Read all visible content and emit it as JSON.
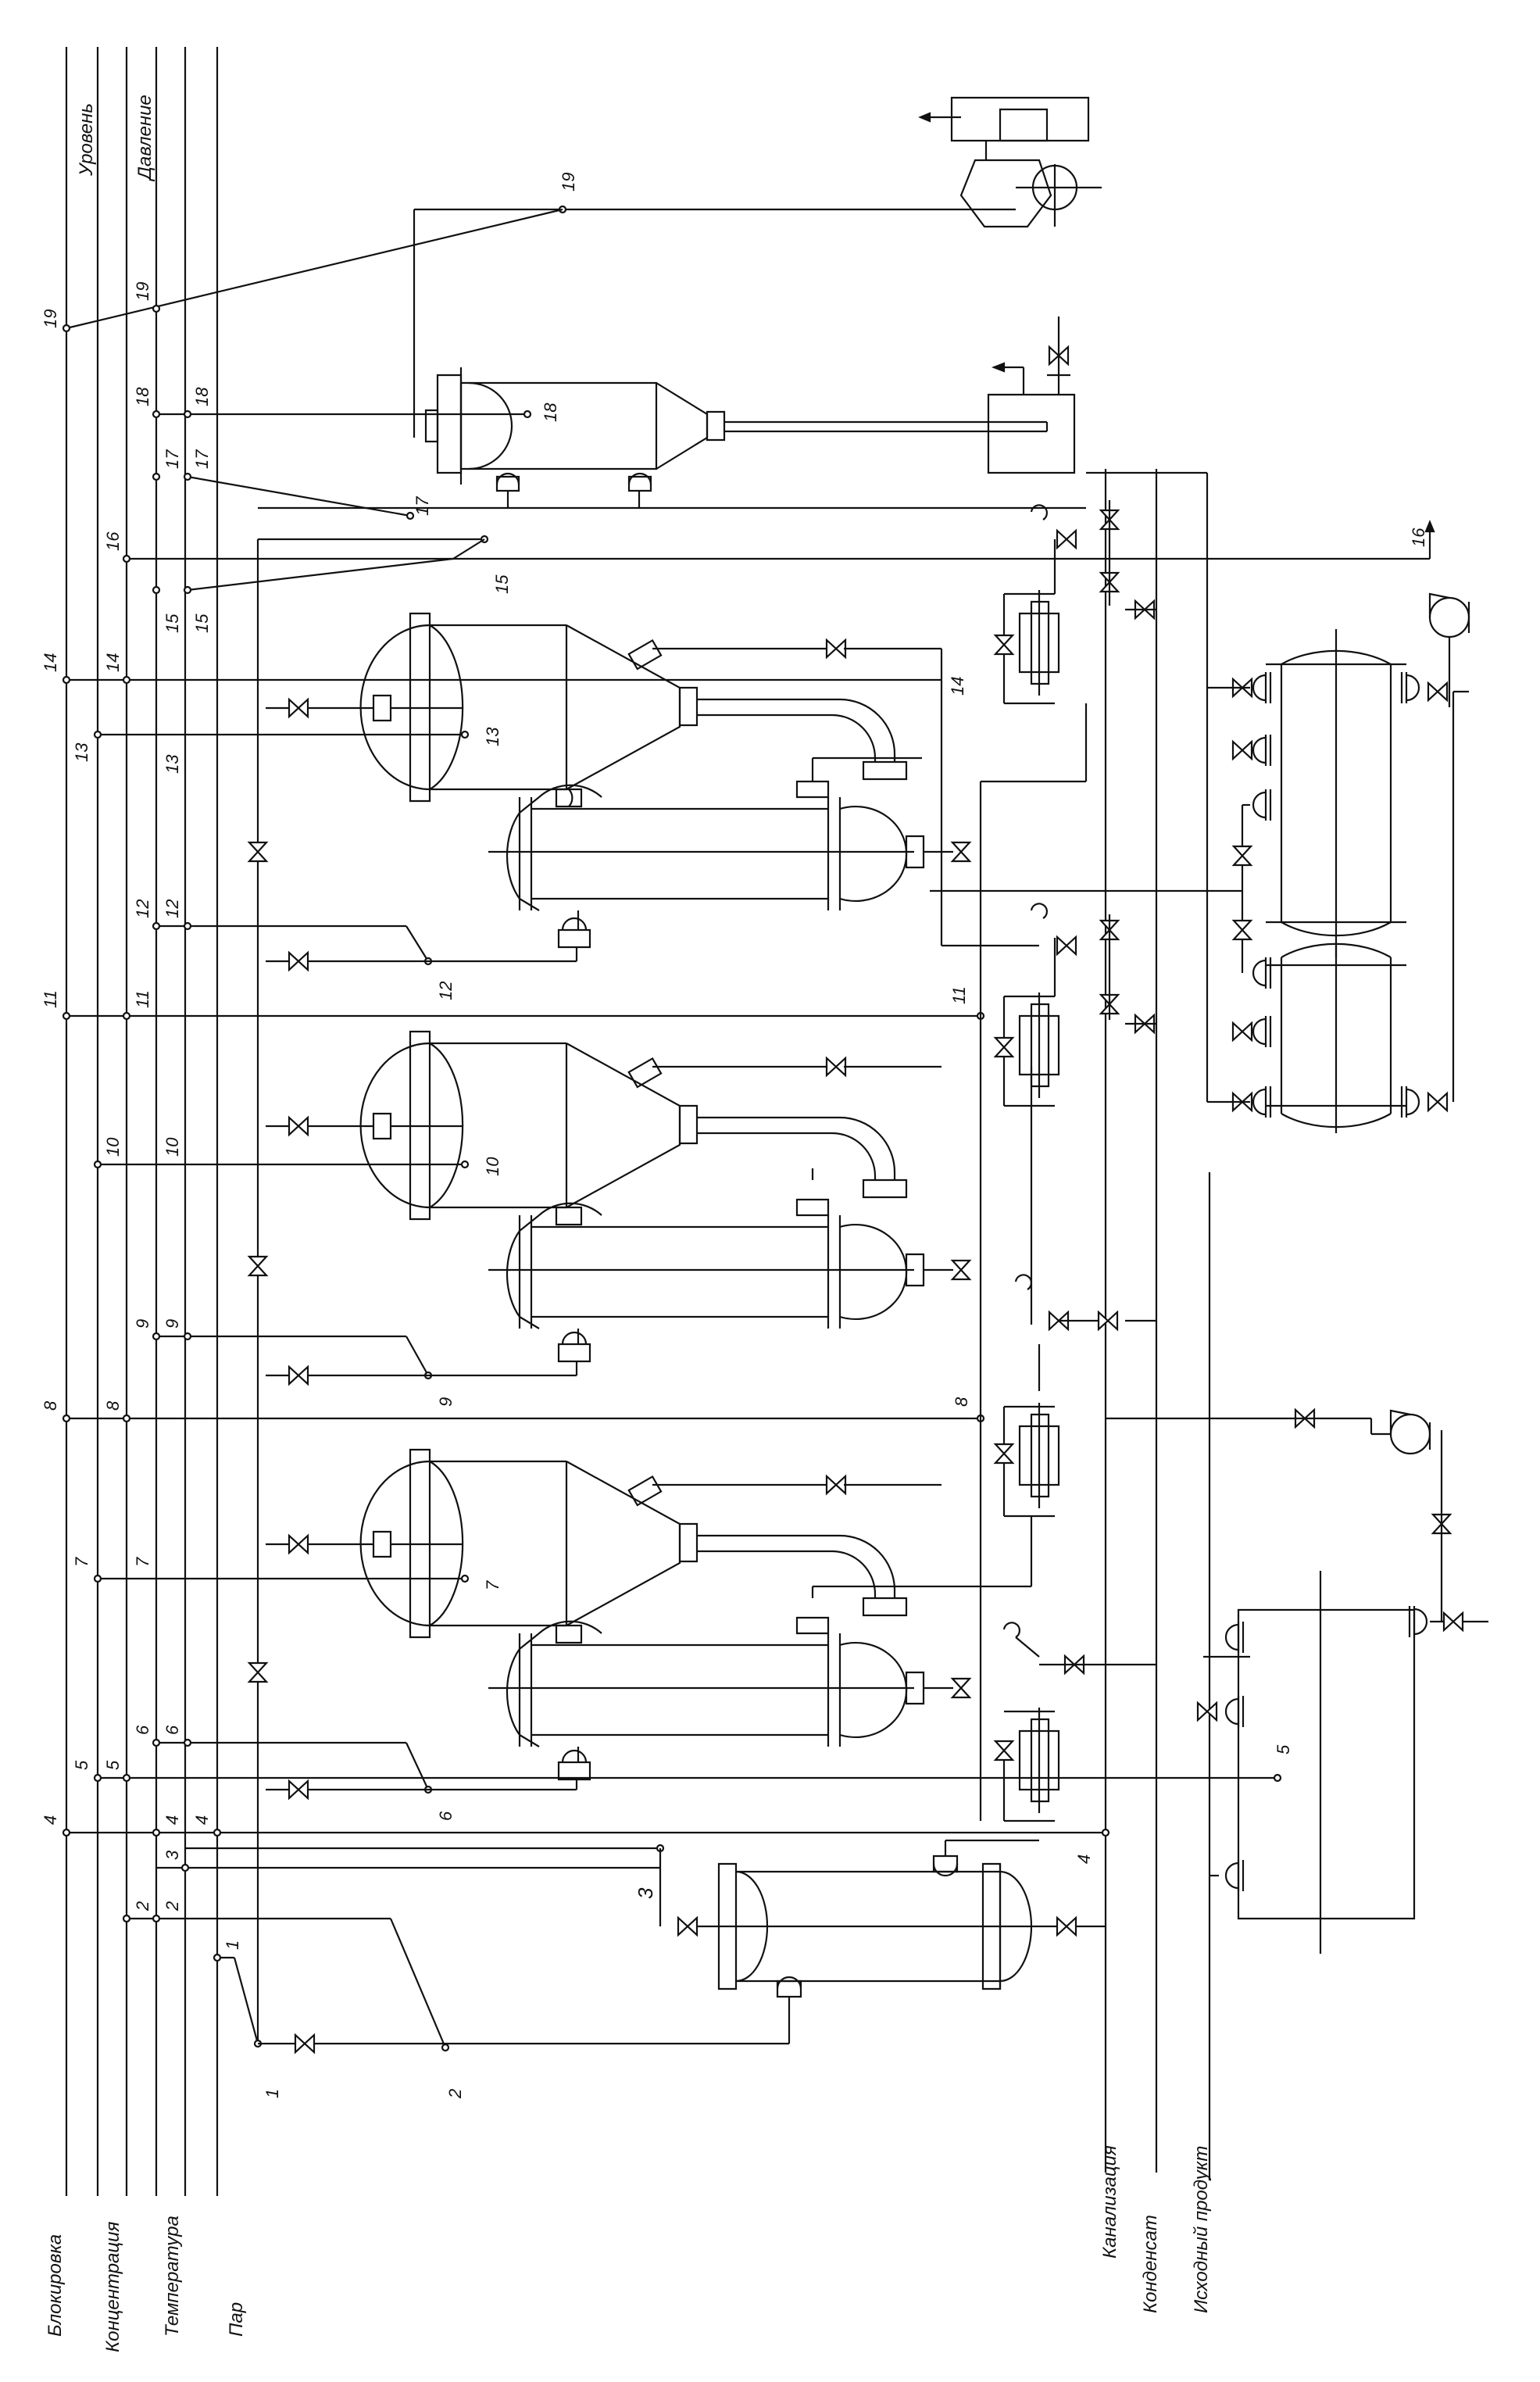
{
  "bus_lines": {
    "blokirovka": "Блокировка",
    "koncentraciya": "Концентрация",
    "temperatura": "Температура",
    "par": "Пар",
    "uroven": "Уровень",
    "davlenie": "Давление"
  },
  "service_lines": {
    "kanalizaciya": "Канализация",
    "kondensat": "Конденсат",
    "iskhodnyi_produkt": "Исходный продукт"
  },
  "points": {
    "p1": "1",
    "p2": "2",
    "p3": "3",
    "p4": "4",
    "p5": "5",
    "p6": "6",
    "p7": "7",
    "p8": "8",
    "p9": "9",
    "p10": "10",
    "p11": "11",
    "p12": "12",
    "p13": "13",
    "p14": "14",
    "p15": "15",
    "p16": "16",
    "p17": "17",
    "p18": "18",
    "p19": "19"
  }
}
